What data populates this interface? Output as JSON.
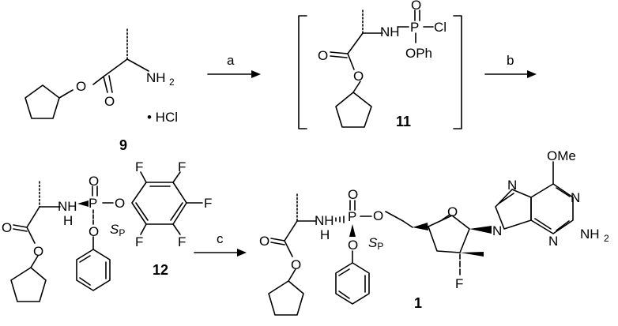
{
  "scheme": {
    "compounds": [
      {
        "id": "compound-9",
        "label": "9",
        "salt": "• HCl",
        "atoms": [
          "O",
          "O",
          "NH",
          "2"
        ]
      },
      {
        "id": "compound-11",
        "label": "11",
        "atoms": [
          "NH",
          "P",
          "O",
          "Cl",
          "OPh",
          "O",
          "O"
        ]
      },
      {
        "id": "compound-12",
        "label": "12",
        "stereo": "S",
        "stereo_sub": "P",
        "atoms": [
          "NH",
          "H",
          "P",
          "O",
          "O",
          "O",
          "O",
          "O",
          "F",
          "F",
          "F",
          "F",
          "F"
        ]
      },
      {
        "id": "compound-1",
        "label": "1",
        "stereo": "S",
        "stereo_sub": "P",
        "atoms": [
          "NH",
          "H",
          "P",
          "O",
          "O",
          "O",
          "O",
          "O",
          "O",
          "N",
          "N",
          "N",
          "N",
          "OMe",
          "NH",
          "2",
          "F"
        ]
      }
    ],
    "arrows": [
      {
        "id": "arrow-a",
        "label": "a"
      },
      {
        "id": "arrow-b",
        "label": "b"
      },
      {
        "id": "arrow-c",
        "label": "c"
      }
    ]
  }
}
